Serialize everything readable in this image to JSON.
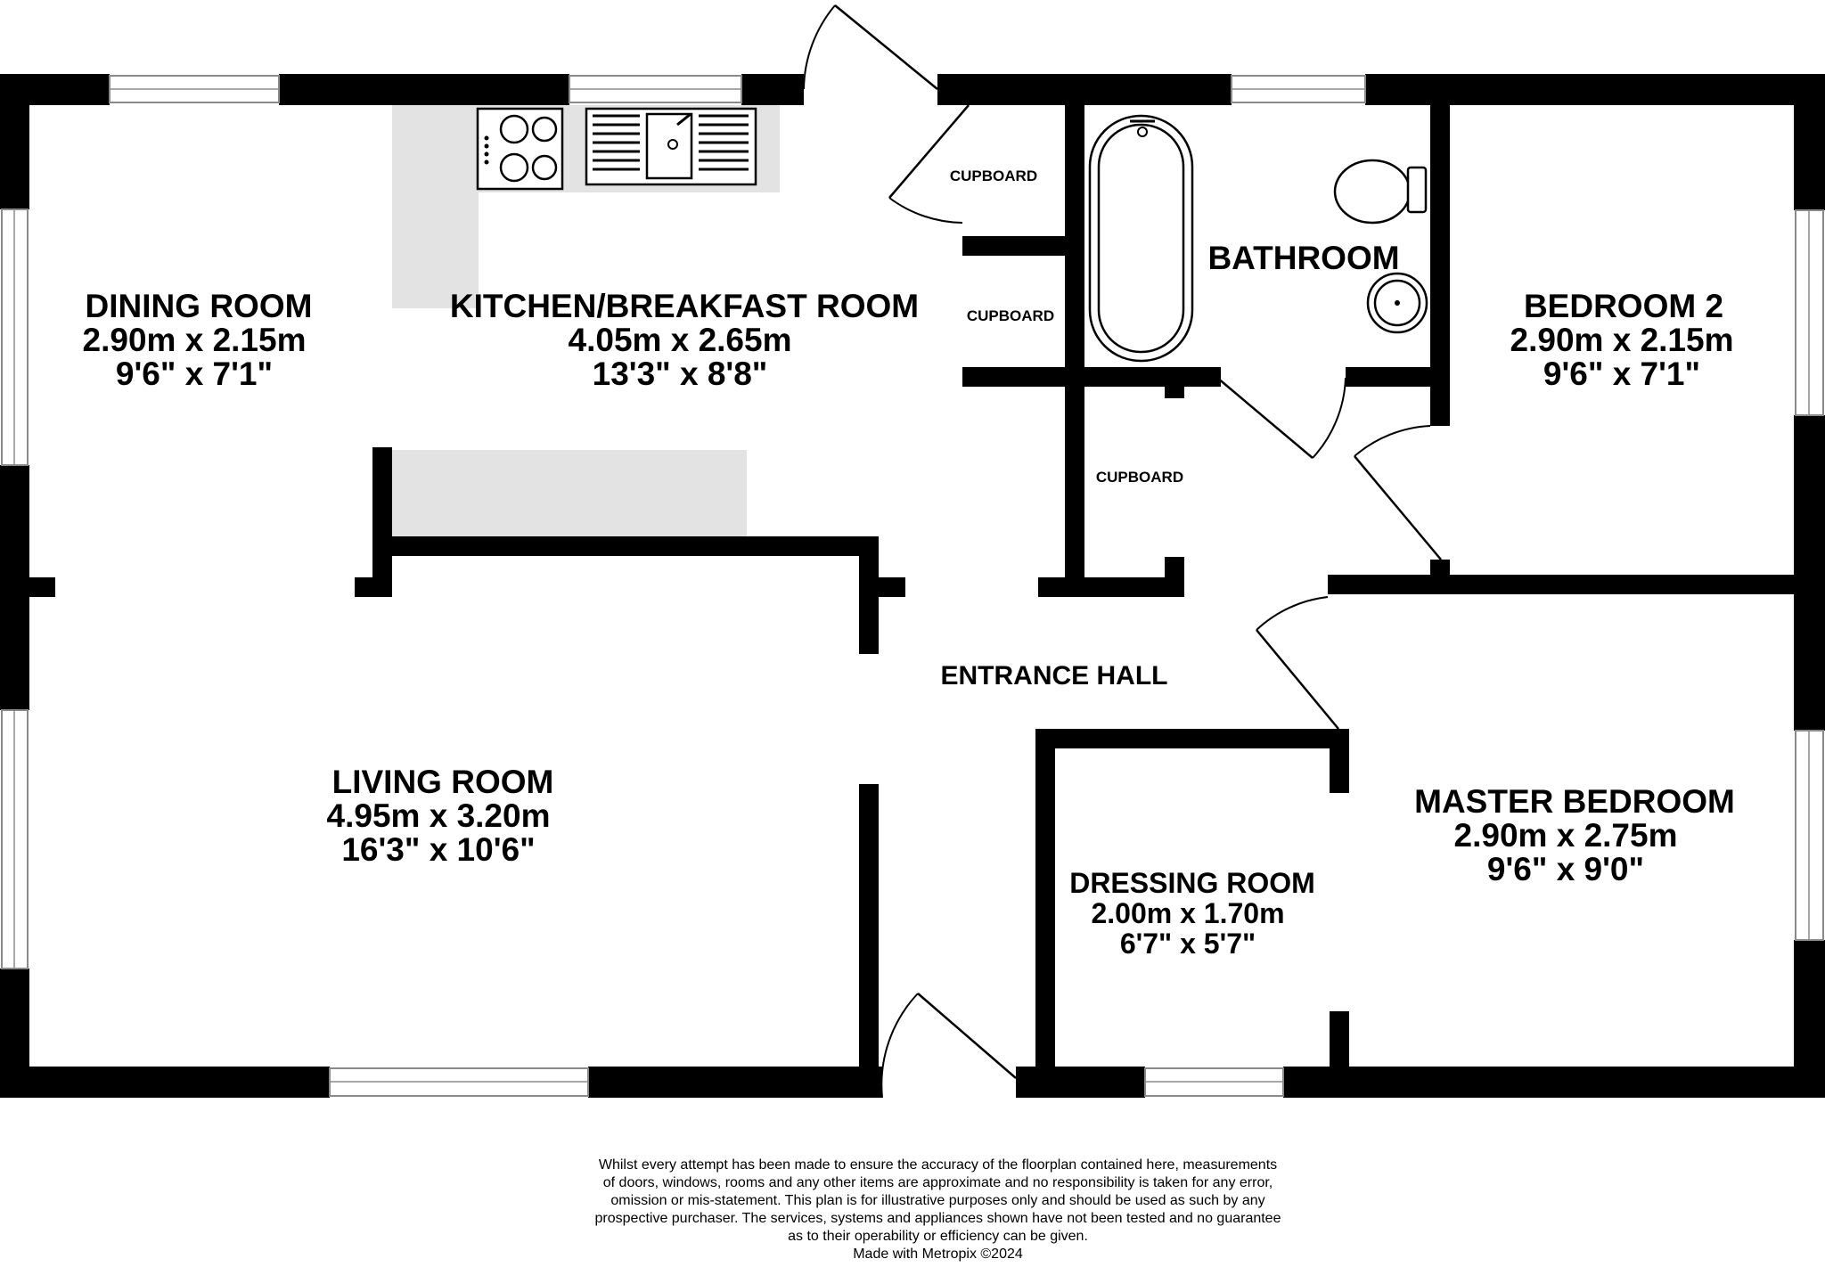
{
  "rooms": {
    "dining": {
      "name": "DINING ROOM",
      "metric": "2.90m  x 2.15m",
      "imperial": "9'6\"  x 7'1\""
    },
    "kitchen": {
      "name": "KITCHEN/BREAKFAST ROOM",
      "metric": "4.05m  x 2.65m",
      "imperial": "13'3\"  x 8'8\""
    },
    "bathroom": {
      "name": "BATHROOM"
    },
    "bedroom2": {
      "name": "BEDROOM 2",
      "metric": "2.90m  x 2.15m",
      "imperial": "9'6\"  x 7'1\""
    },
    "living": {
      "name": "LIVING ROOM",
      "metric": "4.95m  x 3.20m",
      "imperial": "16'3\"  x 10'6\""
    },
    "hall": {
      "name": "ENTRANCE HALL"
    },
    "dressing": {
      "name": "DRESSING ROOM",
      "metric": "2.00m  x 1.70m",
      "imperial": "6'7\"  x 5'7\""
    },
    "master": {
      "name": "MASTER BEDROOM",
      "metric": "2.90m  x 2.75m",
      "imperial": "9'6\"  x 9'0\""
    }
  },
  "cupboards": {
    "top": "CUPBOARD",
    "middle": "CUPBOARD",
    "lower": "CUPBOARD"
  },
  "disclaimer": [
    "Whilst every attempt has been made to ensure the accuracy of the floorplan contained here, measurements",
    "of doors, windows, rooms and any other items are approximate and no responsibility is taken for any error,",
    "omission or mis-statement. This plan is for illustrative purposes only and should be used as such by any",
    "prospective purchaser. The services, systems and appliances shown have not been tested and no guarantee",
    "as to their operability or efficiency can be given."
  ],
  "credit": "Made with Metropix ©2024",
  "colors": {
    "wall": "#000000",
    "counter": "#e3e3e3",
    "window": "#8a8a8a"
  }
}
